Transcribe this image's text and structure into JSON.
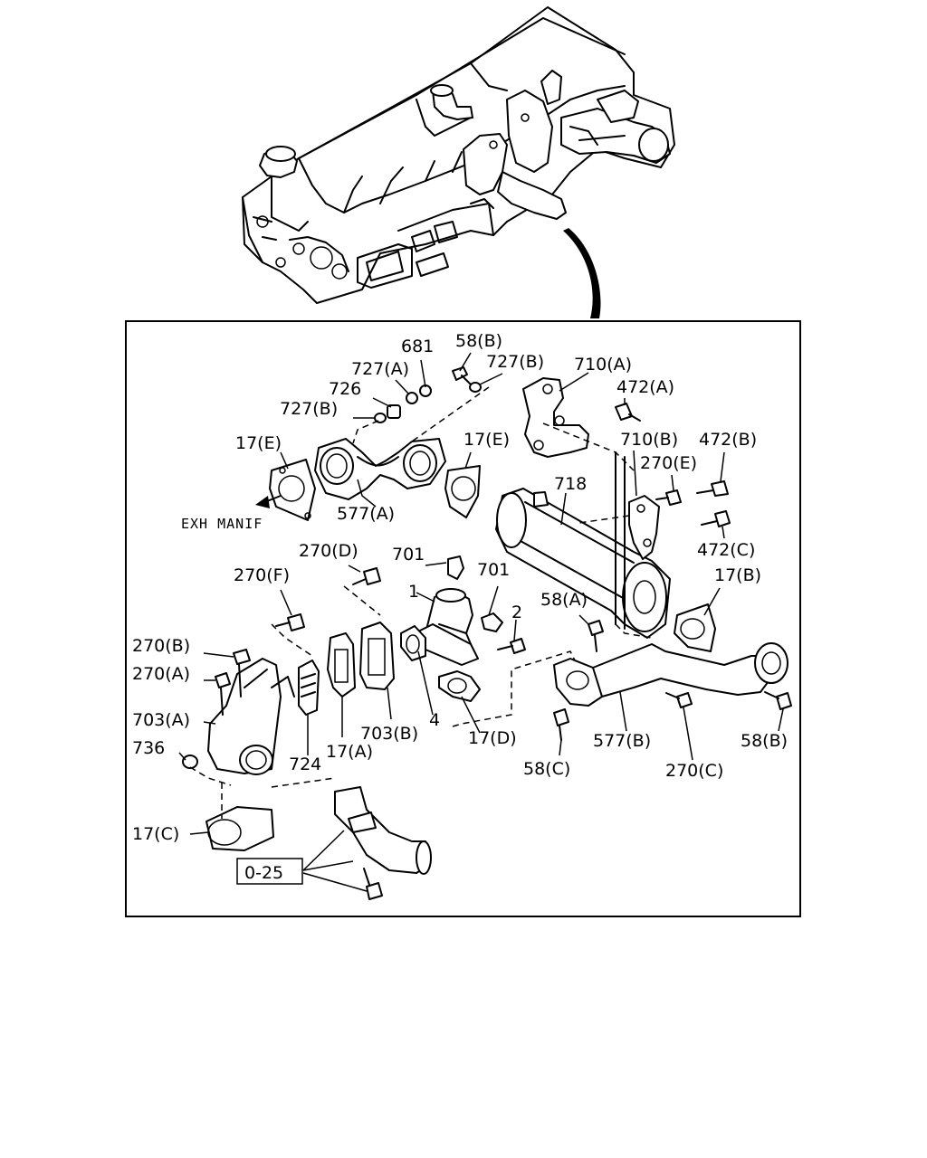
{
  "labels": {
    "p681": "681",
    "p58b_top": "58(B)",
    "p727a": "727(A)",
    "p727b_top": "727(B)",
    "p710a": "710(A)",
    "p726": "726",
    "p472a": "472(A)",
    "p727b_left": "727(B)",
    "p17e_left": "17(E)",
    "p17e_mid": "17(E)",
    "p710b": "710(B)",
    "p472b": "472(B)",
    "p270e": "270(E)",
    "p718": "718",
    "p577a": "577(A)",
    "p472c": "472(C)",
    "p270d": "270(D)",
    "p701_top": "701",
    "p701_right": "701",
    "p270f": "270(F)",
    "p17b": "17(B)",
    "p1": "1",
    "p58a": "58(A)",
    "p2": "2",
    "p270b": "270(B)",
    "p270a": "270(A)",
    "p703a": "703(A)",
    "p4": "4",
    "p703b": "703(B)",
    "p736": "736",
    "p17a": "17(A)",
    "p17d": "17(D)",
    "p577b": "577(B)",
    "p58b_right": "58(B)",
    "p724": "724",
    "p58c": "58(C)",
    "p270c": "270(C)",
    "p17c": "17(C)",
    "ref_025": "0-25"
  },
  "annotation": {
    "exh_manif": "EXH MANIF"
  }
}
